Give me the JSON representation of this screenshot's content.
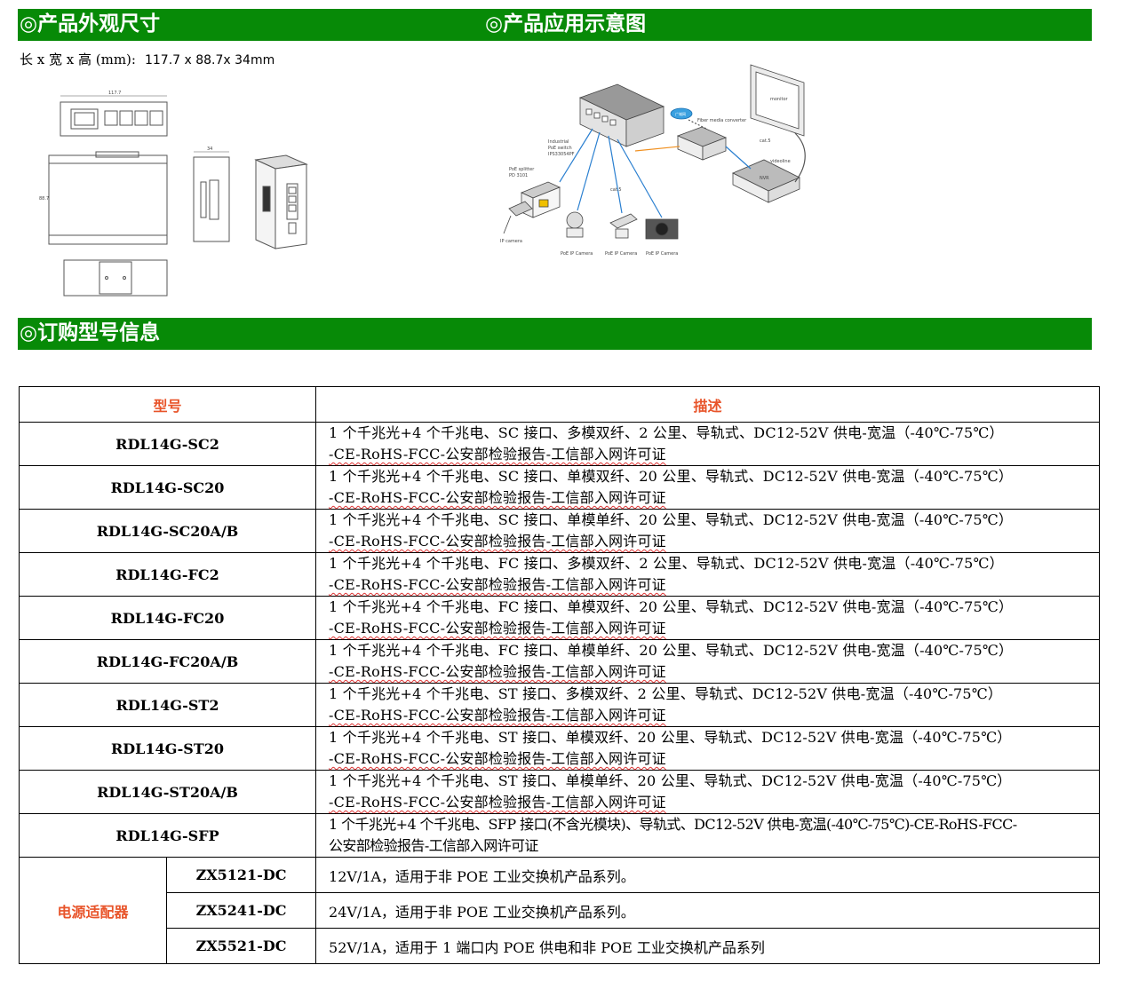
{
  "sections": {
    "appearance_title": "◎产品外观尺寸",
    "application_title": "◎产品应用示意图",
    "order_title": "◎订购型号信息"
  },
  "dimensions": {
    "label": "长 x 宽 x 高 (mm):",
    "value": "117.7 x 88.7x 34mm"
  },
  "drawing_labels": {
    "width_mark": "117.7",
    "height_mark": "88.7",
    "side_mark": "34"
  },
  "diagram_labels": {
    "switch": [
      "Industrial",
      "PoE switch",
      "IPS33054PF"
    ],
    "splitter": [
      "PoE splitter",
      "PD 3101"
    ],
    "cat5_a": "cat.5",
    "cat5_b": "cat.5",
    "fiber": "Fiber media converter",
    "monitor": "monitor",
    "nvr": "NVR",
    "videoline": "videoline",
    "ip_camera": "IP camera",
    "cam1": "PoE IP Camera",
    "cam2": "PoE IP Camera",
    "cam3": "PoE IP Camera",
    "cloud": "广域网"
  },
  "table": {
    "col_model": "型号",
    "col_desc": "描述",
    "rows": [
      {
        "model": "RDL14G-SC2",
        "line1": "1 个千兆光+4 个千兆电、SC 接口、多模双纤、2 公里、导轨式、DC12-52V 供电-宽温（-40℃-75℃）",
        "line2": "-CE-RoHS-FCC-公安部检验报告-工信部入网许可证"
      },
      {
        "model": "RDL14G-SC20",
        "line1": "1 个千兆光+4 个千兆电、SC 接口、单模双纤、20 公里、导轨式、DC12-52V 供电-宽温（-40℃-75℃）",
        "line2": "-CE-RoHS-FCC-公安部检验报告-工信部入网许可证"
      },
      {
        "model": "RDL14G-SC20A/B",
        "line1": "1 个千兆光+4 个千兆电、SC 接口、单模单纤、20 公里、导轨式、DC12-52V 供电-宽温（-40℃-75℃）",
        "line2": "-CE-RoHS-FCC-公安部检验报告-工信部入网许可证"
      },
      {
        "model": "RDL14G-FC2",
        "line1": "1 个千兆光+4 个千兆电、FC 接口、多模双纤、2 公里、导轨式、DC12-52V 供电-宽温（-40℃-75℃）",
        "line2": "-CE-RoHS-FCC-公安部检验报告-工信部入网许可证"
      },
      {
        "model": "RDL14G-FC20",
        "line1": "1 个千兆光+4 个千兆电、FC 接口、单模双纤、20 公里、导轨式、DC12-52V 供电-宽温（-40℃-75℃）",
        "line2": "-CE-RoHS-FCC-公安部检验报告-工信部入网许可证"
      },
      {
        "model": "RDL14G-FC20A/B",
        "line1": "1 个千兆光+4 个千兆电、FC 接口、单模单纤、20 公里、导轨式、DC12-52V 供电-宽温（-40℃-75℃）",
        "line2": "-CE-RoHS-FCC-公安部检验报告-工信部入网许可证"
      },
      {
        "model": "RDL14G-ST2",
        "line1": "1 个千兆光+4 个千兆电、ST 接口、多模双纤、2 公里、导轨式、DC12-52V 供电-宽温（-40℃-75℃）",
        "line2": "-CE-RoHS-FCC-公安部检验报告-工信部入网许可证"
      },
      {
        "model": "RDL14G-ST20",
        "line1": "1 个千兆光+4 个千兆电、ST 接口、单模双纤、20 公里、导轨式、DC12-52V 供电-宽温（-40℃-75℃）",
        "line2": "-CE-RoHS-FCC-公安部检验报告-工信部入网许可证"
      },
      {
        "model": "RDL14G-ST20A/B",
        "line1": "1 个千兆光+4 个千兆电、ST 接口、单模单纤、20 公里、导轨式、DC12-52V 供电-宽温（-40℃-75℃）",
        "line2": "-CE-RoHS-FCC-公安部检验报告-工信部入网许可证"
      },
      {
        "model": "RDL14G-SFP",
        "line1": "1 个千兆光+4 个千兆电、SFP 接口(不含光模块)、导轨式、DC12-52V 供电-宽温(-40℃-75℃)-CE-RoHS-FCC-",
        "line2": "公安部检验报告-工信部入网许可证"
      }
    ],
    "psu_label": "电源适配器",
    "psu_rows": [
      {
        "model": "ZX5121-DC",
        "desc": "12V/1A，适用于非 POE 工业交换机产品系列。"
      },
      {
        "model": "ZX5241-DC",
        "desc": "24V/1A，适用于非 POE 工业交换机产品系列。"
      },
      {
        "model": "ZX5521-DC",
        "desc": "52V/1A，适用于 1 端口内 POE 供电和非 POE 工业交换机产品系列"
      }
    ]
  }
}
